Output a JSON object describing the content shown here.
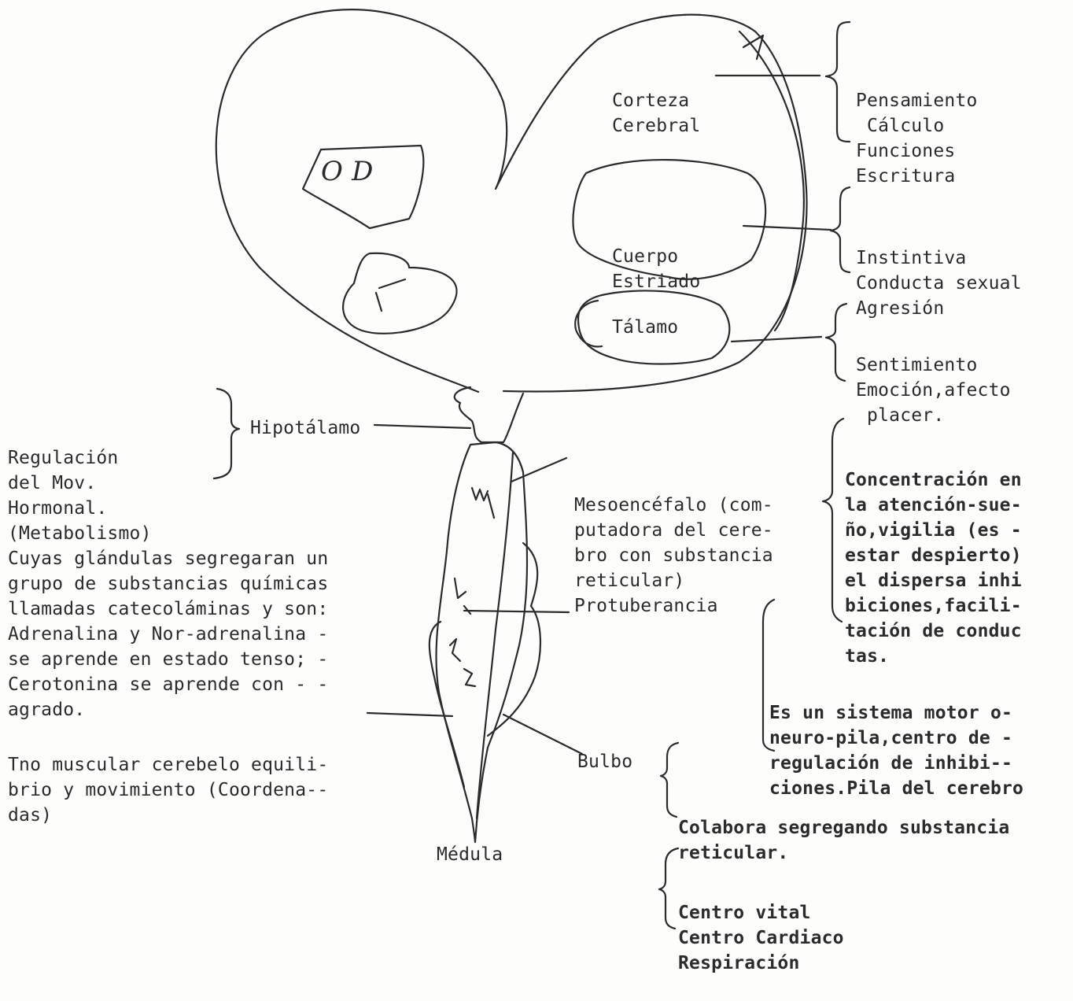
{
  "colors": {
    "ink": "#2b2b2b",
    "paper": "#fdfdfc"
  },
  "brain": {
    "hemisphere_marks": {
      "left_upper": "O D",
      "left_lower": "Y"
    },
    "stem_marks": [
      "wy",
      "4",
      "Z2"
    ]
  },
  "labels": {
    "corteza": [
      "Corteza",
      "Cerebral"
    ],
    "cuerpo": [
      "Cuerpo",
      "Estriado"
    ],
    "talamo": "Tálamo",
    "hipotalamo": "Hipotálamo",
    "mesoencefalo": [
      "Mesoencéfalo (com-",
      "putadora del cere-",
      "bro con substancia",
      "reticular)"
    ],
    "protuberancia": "Protuberancia",
    "bulbo": "Bulbo",
    "medula": "Médula"
  },
  "notes": {
    "corteza": [
      "Pensamiento",
      " Cálculo",
      "Funciones",
      "Escritura"
    ],
    "cuerpo": [
      "Instintiva",
      "Conducta sexual",
      "Agresión"
    ],
    "talamo": [
      "Sentimiento",
      "Emoción,afecto",
      " placer."
    ],
    "hipotalamo": [
      "Regulación",
      "del Mov.",
      "Hormonal.",
      "(Metabolismo)"
    ],
    "hormonal_detail": [
      "Cuyas glándulas segregaran un",
      "grupo de substancias químicas",
      "llamadas catecoláminas y son:",
      "Adrenalina y Nor-adrenalina -",
      "se aprende en estado tenso; -",
      "Cerotonina se aprende con - -",
      "agrado."
    ],
    "cerebelo": [
      "Tno muscular cerebelo equili-",
      "brio y movimiento (Coordena--",
      "das)"
    ],
    "mesoencefalo": [
      "Concentración en",
      "la atención-sue-",
      "ño,vigilia (es -",
      "estar despierto)",
      "el dispersa inhi",
      "biciones,facili-",
      "tación de conduc",
      "tas."
    ],
    "protuberancia": [
      "Es un sistema motor o-",
      "neuro-pila,centro de -",
      "regulación de inhibi--",
      "ciones.Pila del cerebro"
    ],
    "bulbo": [
      "Colabora segregando substancia",
      "reticular."
    ],
    "medula": [
      "Centro vital",
      "Centro Cardiaco",
      "Respiración"
    ]
  }
}
